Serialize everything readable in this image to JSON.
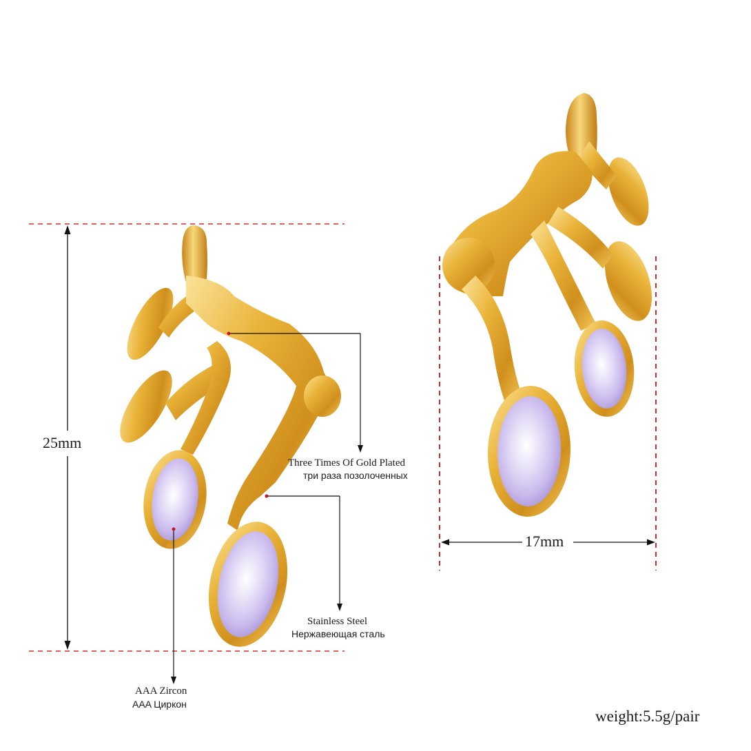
{
  "dimensions": {
    "height": "25mm",
    "width": "17mm"
  },
  "callouts": {
    "plating_en": "Three Times Of Gold Plated",
    "plating_ru": "три раза позолоченных",
    "material_en": "Stainless Steel",
    "material_ru": "Нержавеющая сталь",
    "stone_en": "AAA Zircon",
    "stone_ru": "AAA Циркон"
  },
  "weight": "weight:5.5g/pair",
  "colors": {
    "gold": "#e3a42a",
    "gold_light": "#f7d77a",
    "gold_dark": "#a8670f",
    "stone": "#d9cdf2",
    "guide": "#d22a2a",
    "line": "#111111"
  }
}
